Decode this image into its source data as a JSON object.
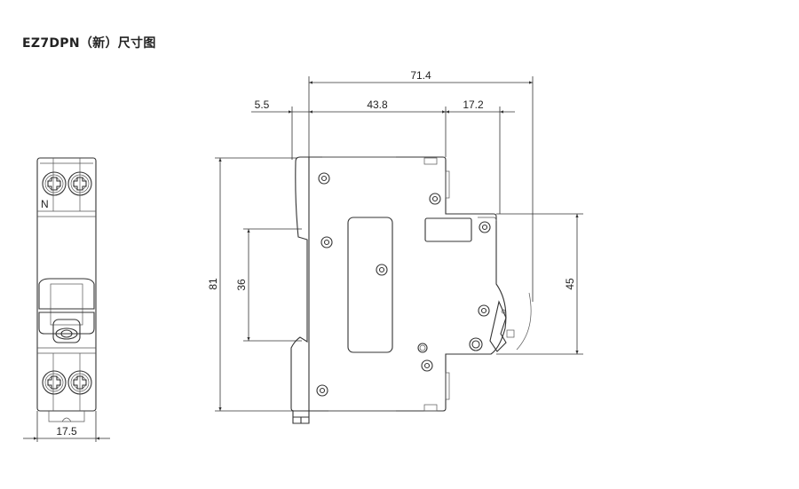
{
  "title": "EZ7DPN（新）尺寸图",
  "front_view": {
    "terminal_label": "N",
    "width_dimension": "17.5"
  },
  "side_view": {
    "overall_depth": "71.4",
    "rail_offset": "5.5",
    "body_depth": "43.8",
    "front_depth": "17.2",
    "height": "81",
    "rail_height": "36",
    "front_height": "45"
  }
}
